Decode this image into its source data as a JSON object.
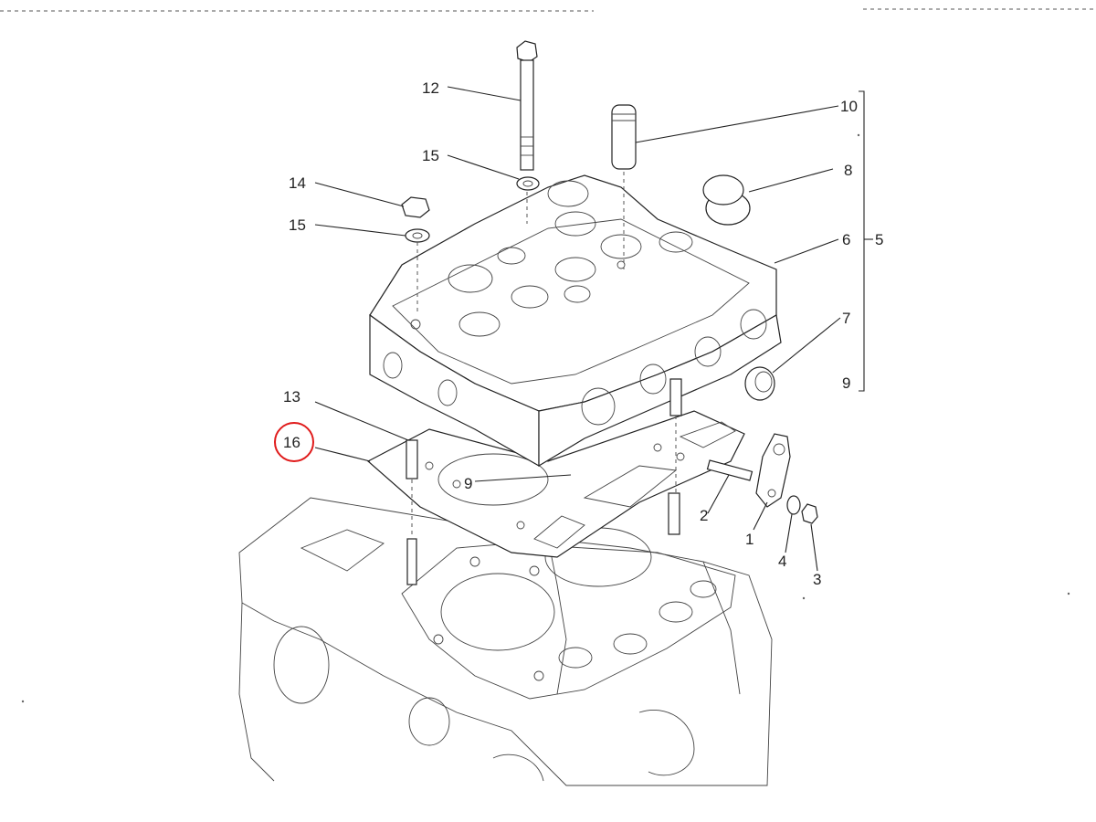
{
  "colors": {
    "ink": "#222222",
    "highlight": "#e01b1b",
    "paper": "#ffffff"
  },
  "highlighted_callout": "16",
  "callouts": {
    "c1": "1",
    "c2": "2",
    "c3": "3",
    "c4": "4",
    "c5": "5",
    "c6": "6",
    "c7": "7",
    "c8": "8",
    "c9a": "9",
    "c9b": "9",
    "c10": "10",
    "c12": "12",
    "c13": "13",
    "c14": "14",
    "c15a": "15",
    "c15b": "15",
    "c16": "16"
  }
}
